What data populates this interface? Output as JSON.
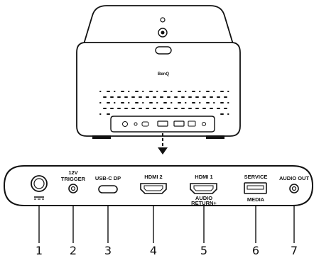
{
  "device": {
    "brand": "BenQ"
  },
  "ports": [
    {
      "number": "1",
      "label": "",
      "sublabel": "",
      "icon": "dc-power-icon"
    },
    {
      "number": "2",
      "label": "12V",
      "sublabel": "TRIGGER",
      "icon": "trigger-jack-icon"
    },
    {
      "number": "3",
      "label": "USB-C DP",
      "sublabel": "",
      "icon": "usb-c-port-icon"
    },
    {
      "number": "4",
      "label": "HDMI 2",
      "sublabel": "",
      "icon": "hdmi-port-icon"
    },
    {
      "number": "5",
      "label": "HDMI 1",
      "sublabel": "AUDIO RETURN+",
      "icon": "hdmi-port-icon"
    },
    {
      "number": "6",
      "label": "SERVICE",
      "sublabel": "MEDIA",
      "icon": "usb-a-port-icon"
    },
    {
      "number": "7",
      "label": "AUDIO OUT",
      "sublabel": "",
      "icon": "audio-jack-icon"
    }
  ],
  "sublabel_lines": {
    "audio_return_1": "AUDIO",
    "audio_return_2": "RETURN+"
  }
}
